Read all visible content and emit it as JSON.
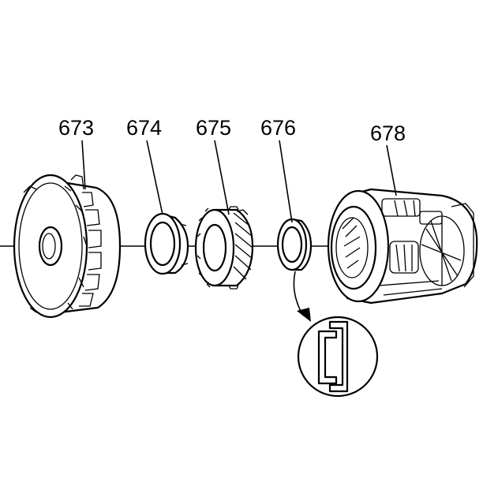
{
  "diagram": {
    "labels": {
      "part_673": "673",
      "part_674": "674",
      "part_675": "675",
      "part_676": "676",
      "part_678": "678"
    },
    "parts": [
      {
        "id": "673",
        "icon": "drum-housing-icon"
      },
      {
        "id": "674",
        "icon": "bearing-ring-icon"
      },
      {
        "id": "675",
        "icon": "helical-gear-icon"
      },
      {
        "id": "676",
        "icon": "bearing-ring-icon"
      },
      {
        "id": "678",
        "icon": "carrier-assembly-icon"
      }
    ],
    "detail_icon": "bearing-cross-section-icon"
  }
}
